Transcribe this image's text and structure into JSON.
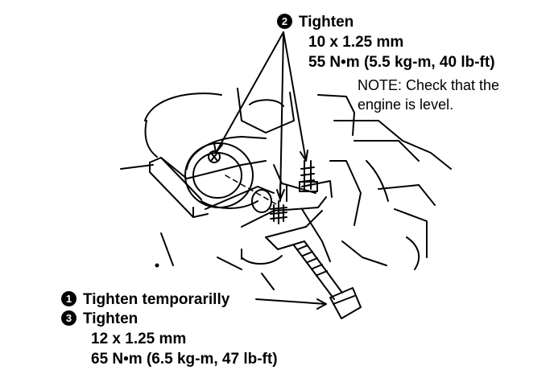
{
  "callout_top": {
    "badge": "2",
    "title": "Tighten",
    "bolt_size": "10 x 1.25 mm",
    "torque": "55 N•m (5.5 kg-m, 40 lb-ft)",
    "note_line1": "NOTE: Check that the",
    "note_line2": "engine is level."
  },
  "callout_bottom": {
    "step1_badge": "1",
    "step1_text": "Tighten temporarilly",
    "step3_badge": "3",
    "step3_title": "Tighten",
    "bolt_size": "12 x 1.25 mm",
    "torque": "65 N•m (6.5 kg-m, 47 lb-ft)"
  },
  "colors": {
    "ink": "#000000",
    "paper": "#ffffff"
  },
  "icons": [
    "step-2-badge-icon",
    "step-1-badge-icon",
    "step-3-badge-icon"
  ]
}
